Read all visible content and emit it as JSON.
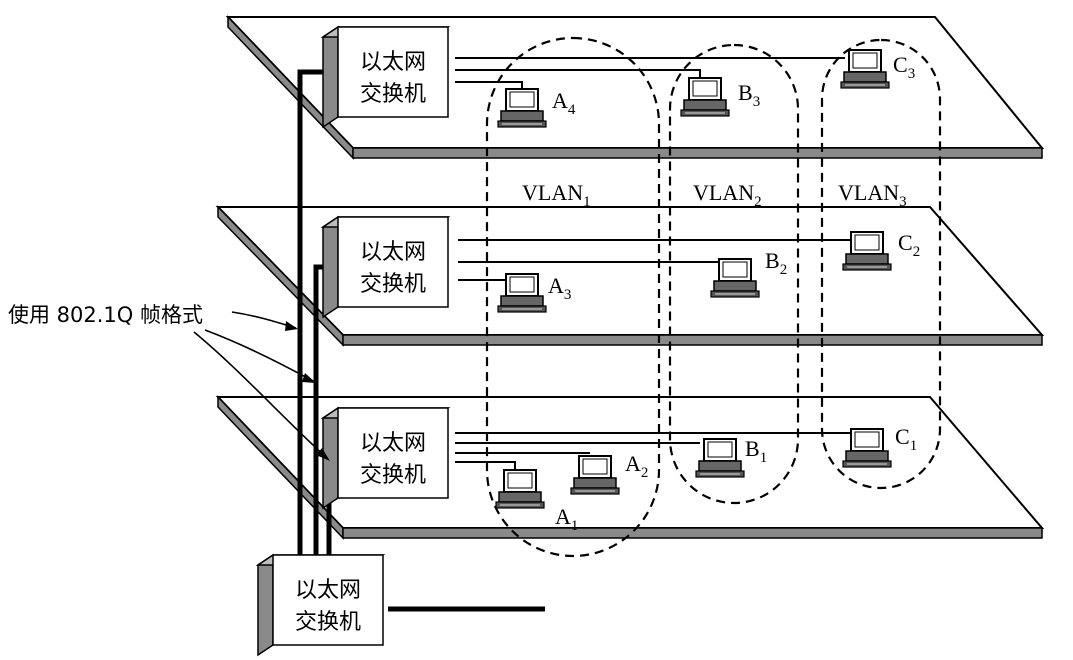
{
  "diagram": {
    "switch_label_line1": "以太网",
    "switch_label_line2": "交换机",
    "annotation": "使用 802.1Q 帧格式",
    "vlans": [
      {
        "main": "VLAN",
        "sub": "1"
      },
      {
        "main": "VLAN",
        "sub": "2"
      },
      {
        "main": "VLAN",
        "sub": "3"
      }
    ],
    "hosts": {
      "A4": {
        "main": "A",
        "sub": "4"
      },
      "B3": {
        "main": "B",
        "sub": "3"
      },
      "C3": {
        "main": "C",
        "sub": "3"
      },
      "A3": {
        "main": "A",
        "sub": "3"
      },
      "B2": {
        "main": "B",
        "sub": "2"
      },
      "C2": {
        "main": "C",
        "sub": "2"
      },
      "A2": {
        "main": "A",
        "sub": "2"
      },
      "A1": {
        "main": "A",
        "sub": "1"
      },
      "B1": {
        "main": "B",
        "sub": "1"
      },
      "C1": {
        "main": "C",
        "sub": "1"
      }
    },
    "colors": {
      "ink": "#000000",
      "shade": "#8a8a8a",
      "paper": "#ffffff"
    }
  }
}
